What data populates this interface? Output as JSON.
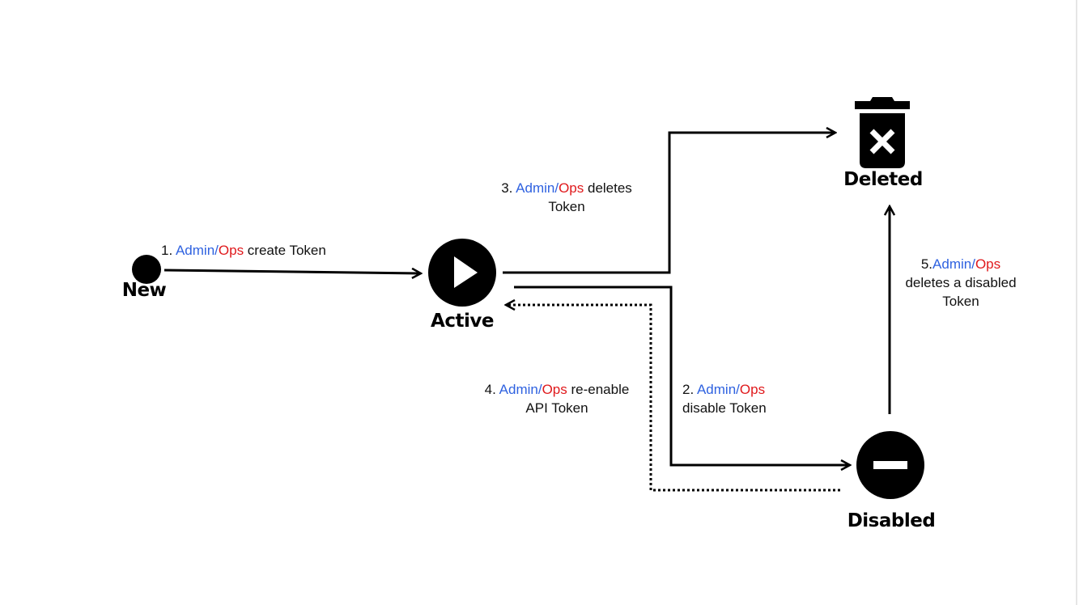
{
  "colors": {
    "actor_admin": "#2f62e0",
    "actor_ops": "#e0191c",
    "line": "#000000"
  },
  "states": {
    "new": {
      "label": "New",
      "icon": "filled-circle-icon"
    },
    "active": {
      "label": "Active",
      "icon": "play-circle-icon"
    },
    "deleted": {
      "label": "Deleted",
      "icon": "trash-x-icon"
    },
    "disabled": {
      "label": "Disabled",
      "icon": "minus-circle-icon"
    }
  },
  "transitions": {
    "t1": {
      "prefix": "1. ",
      "admin": "Admin",
      "slash": "/",
      "ops": "Ops",
      "suffix": " create Token"
    },
    "t2": {
      "prefix": "2. ",
      "admin": "Admin",
      "slash": "/",
      "ops": "Ops",
      "line2": "disable Token"
    },
    "t3": {
      "prefix": "3. ",
      "admin": "Admin",
      "slash": "/",
      "ops": "Ops",
      "suffix": " deletes",
      "line2": "Token"
    },
    "t4": {
      "prefix": "4. ",
      "admin": "Admin",
      "slash": "/",
      "ops": "Ops",
      "suffix": " re-enable",
      "line2": "API Token"
    },
    "t5": {
      "prefix": "5.",
      "admin": "Admin",
      "slash": "/",
      "ops": "Ops",
      "line2": "deletes a disabled",
      "line3": "Token"
    }
  }
}
